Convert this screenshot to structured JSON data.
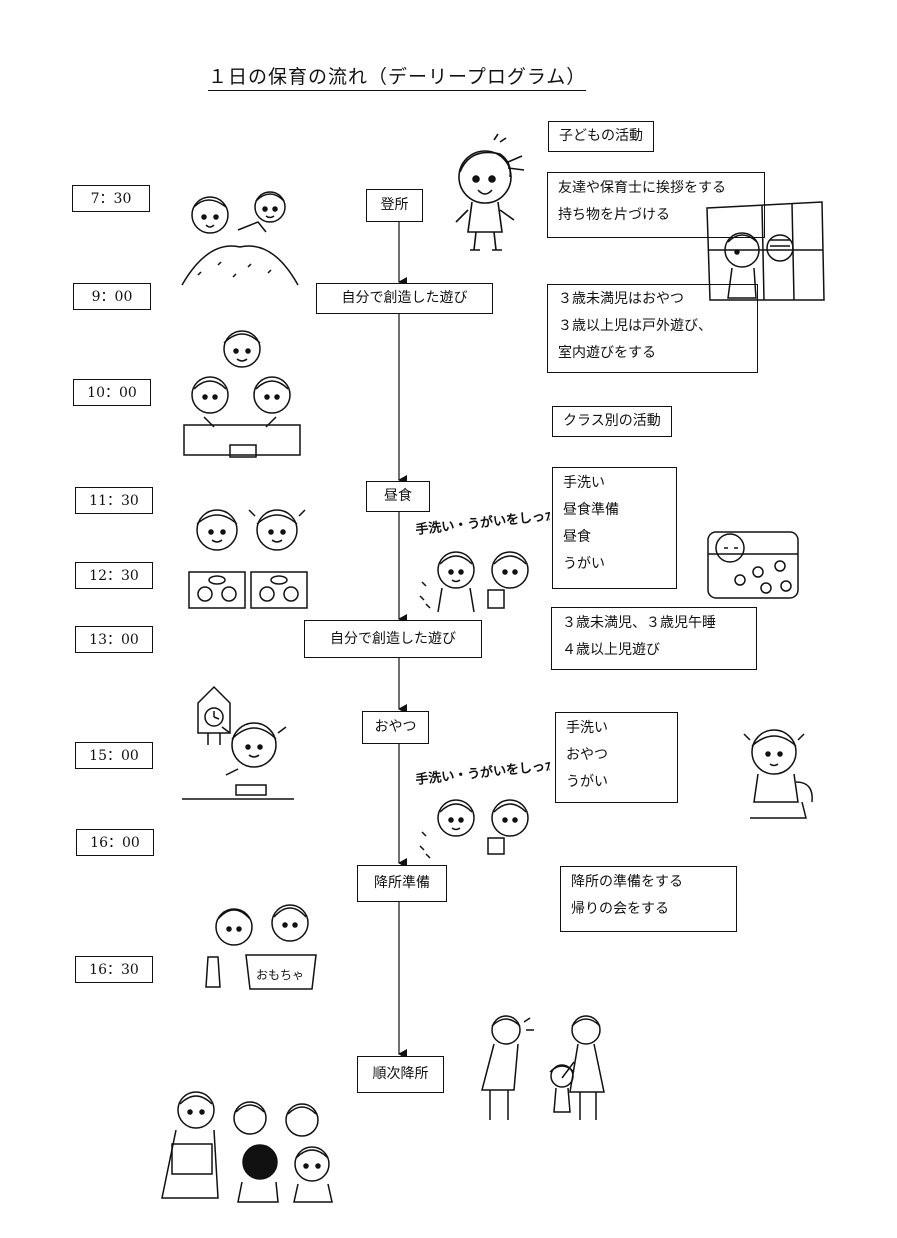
{
  "title": "１日の保育の流れ（デーリープログラム）",
  "legend_label": "子どもの活動",
  "class_activity_label": "クラス別の活動",
  "times": [
    "7：30",
    "9：00",
    "10：00",
    "11：30",
    "12：30",
    "13：00",
    "15：00",
    "16：00",
    "16：30"
  ],
  "steps": [
    "登所",
    "自分で創造した遊び",
    "昼食",
    "自分で創造した遊び",
    "おやつ",
    "降所準備",
    "順次降所"
  ],
  "activities": [
    [
      "友達や保育士に挨拶をする",
      "持ち物を片づける"
    ],
    [
      "３歳未満児はおやつ",
      "３歳以上児は戸外遊び、",
      "室内遊びをする"
    ],
    [
      "手洗い",
      "昼食準備",
      "昼食",
      "うがい"
    ],
    [
      "３歳未満児、３歳児午睡",
      "４歳以上児遊び"
    ],
    [
      "手洗い",
      "おやつ",
      "うがい"
    ],
    [
      "降所の準備をする",
      "帰りの会をする"
    ]
  ],
  "handwash_caption": "手洗い・うがいをしっかり！",
  "toy_box_label": "おもちゃ"
}
